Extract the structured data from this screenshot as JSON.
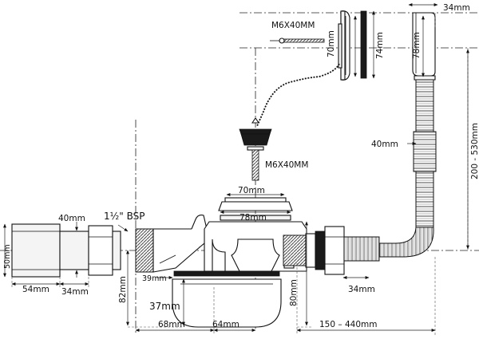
{
  "labels": {
    "screw_top": "M6X40MM",
    "screw_mid": "M6X40MM",
    "overflow_face_h": "70mm",
    "overflow_plate_h": "74mm",
    "overflow_depth": "34mm",
    "overflow_body_h": "78mm",
    "hose_dia": "40mm",
    "hose_range": "200 - 530mm",
    "grate_dia": "70mm",
    "flange_dia": "78mm",
    "adapter_dia": "40mm",
    "thread": "1½\" BSP",
    "pipe_dia": "50mm",
    "pipe_len": "54mm",
    "adapter_len": "34mm",
    "seal_h": "39mm",
    "body_h": "82mm",
    "trap_depth": "37mm",
    "trap_h": "80mm",
    "right_joint": "34mm",
    "offset_left": "68mm",
    "offset_right": "64mm",
    "hose_len": "150 – 440mm"
  }
}
